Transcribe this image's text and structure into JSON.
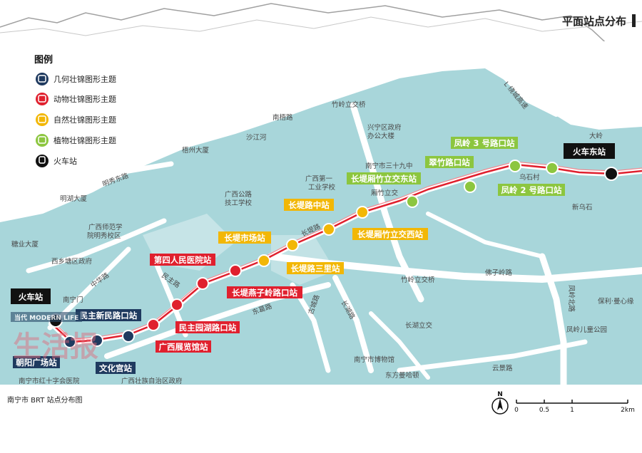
{
  "header": {
    "title": "平面站点分布"
  },
  "legend": {
    "title": "图例",
    "items": [
      {
        "label": "几何壮锦图形主题",
        "color": "#1f3a5f"
      },
      {
        "label": "动物壮锦图形主题",
        "color": "#e0202e"
      },
      {
        "label": "自然壮锦图形主题",
        "color": "#f2b705"
      },
      {
        "label": "植物壮锦图形主题",
        "color": "#8cc63f"
      },
      {
        "label": "火车站",
        "color": "#111111"
      }
    ]
  },
  "stations": {
    "railway_west": "火车站",
    "railway_east": "火车东站",
    "chaoyang": "朝阳广场站",
    "minzhu_xinju": "民主新民路口站",
    "wenhuagong": "文化宫站",
    "guangxi_zhanlanguan": "广西展览馆站",
    "minzhu_yuanhu": "民主园湖路口站",
    "sirenmin": "第四人民医院站",
    "yanziling": "长堤燕子岭路口站",
    "shichang": "长堤市场站",
    "sanli": "长堤路三里站",
    "zhong": "长堤路中站",
    "zhuxi": "长堤厢竹立交西站",
    "zhudong": "长堤厢竹立交东站",
    "cuizhu": "翠竹路口站",
    "fengling3": "凤岭 3 号路口站",
    "fengling2": "凤岭 2 号路口站"
  },
  "places": {
    "nanwu": "南梧路",
    "zhuling_lijiao": "竹岭立交桥",
    "xingning": "兴宁区政府",
    "bangong": "办公大楼",
    "shajiang": "沙江河",
    "wuzhou": "梧州大厦",
    "nanning39": "南宁市三十九中",
    "gx_first": "广西第一",
    "gongye": "工业学校",
    "xiangzhu_lijiao": "厢竹立交",
    "mingxiu_east": "明秀东路",
    "minghu": "明湖大厦",
    "gx_gongan": "广西公路",
    "jigong": "技工学校",
    "gx_shifan": "广西师范学",
    "mingxiu_campus": "院明秀校区",
    "changdi_road": "长堤路",
    "tangye": "糖业大厦",
    "xixiangtang": "西乡塘区政府",
    "zhonghua": "中华路",
    "nanning_gate": "南宁门",
    "minzhu_road": "民主路",
    "donggge": "东葛路",
    "gushanggaoduan": "古城路",
    "changhu_road": "长湖路",
    "zhuling_jiao": "竹岭立交桥",
    "foziling": "佛子岭路",
    "changhu_lijiao": "长湖立交",
    "fengling_beilu": "凤岭北路",
    "baoli": "保利·曼心缘",
    "fengling_park": "凤岭儿童公园",
    "nanning_museum": "南宁市博物馆",
    "dongfang": "东方曼哈顿",
    "yunjing": "云景路",
    "daling": "大岭",
    "wushicun": "乌石村",
    "xinwushi": "新乌石",
    "hongcross": "南宁市红十字会医院",
    "gx_gov": "广西壮族自治区政府",
    "ring_road": "L 绕城高速"
  },
  "watermark": {
    "big": "生活报",
    "small": "当代 MODERN LIFE"
  },
  "footer": {
    "caption": "南宁市 BRT 站点分布图"
  },
  "scale": {
    "north": "N",
    "ticks": [
      "0",
      "0.5",
      "1",
      "2km"
    ]
  }
}
